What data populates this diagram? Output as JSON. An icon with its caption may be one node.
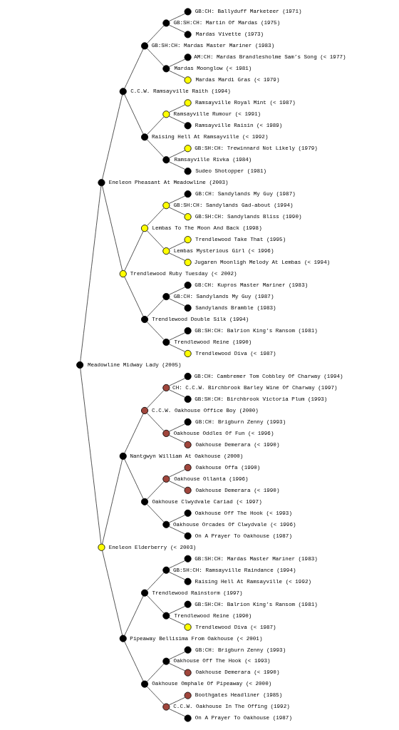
{
  "diagram": {
    "nodes": [
      {
        "text": [],
        "shape": "circle",
        "beside": [
          "GB:CH: Ballyduff Marketeer (1971)"
        ]
      },
      {
        "text": [],
        "shape": "circle",
        "beside": [
          "GB:SH:CH: Martin Of Mardas (1975)"
        ]
      },
      {
        "text": [],
        "shape": "circle",
        "beside": [
          "Mardas Vivette (1973)"
        ]
      },
      {
        "text": [],
        "shape": "circle",
        "beside": [
          "GB:SH:CH: Mardas Master Mariner (1983)"
        ]
      },
      {
        "text": [],
        "shape": "circle",
        "beside": [
          "AM:CH: Mardas Brandlesholme Sam’s Song (< 1977)"
        ]
      },
      {
        "text": [],
        "shape": "circle",
        "beside": [
          "Mardas Moonglow (< 1981)"
        ]
      },
      {
        "text": [],
        "shape": "circle",
        "beside": [
          "Mardas Mardi Gras (< 1979)"
        ]
      },
      {
        "text": [],
        "shape": "circle",
        "beside": [
          "C.C.W. Ramsayville Raith (1994)"
        ]
      },
      {
        "text": [],
        "shape": "circle",
        "beside": [
          "Ramsayville Royal Mint (< 1987)"
        ]
      },
      {
        "text": [],
        "shape": "circle",
        "beside": [
          "Ramsayville Rumour (< 1991)"
        ]
      },
      {
        "text": [],
        "shape": "circle",
        "beside": [
          "Ramsayville Raisin (< 1989)"
        ]
      },
      {
        "text": [],
        "shape": "circle",
        "beside": [
          "Raising Hell At Ramsayville (< 1992)"
        ]
      },
      {
        "text": [],
        "shape": "circle",
        "beside": [
          "GB:SH:CH: Trewinnard Not Likely (1979)"
        ]
      },
      {
        "text": [],
        "shape": "circle",
        "beside": [
          "Ramsayville Rivka (1984)"
        ]
      },
      {
        "text": [],
        "shape": "circle",
        "beside": [
          "Sudeo Shotopper (1981)"
        ]
      },
      {
        "text": [],
        "shape": "circle",
        "beside": [
          "Eneleon Pheasant At Meadowline (2003)"
        ]
      },
      {
        "text": [],
        "shape": "circle",
        "beside": [
          "GB:CH: Sandylands My Guy (1987)"
        ]
      },
      {
        "text": [],
        "shape": "circle",
        "beside": [
          "GB:SH:CH: Sandylands Gad-about (1994)"
        ]
      },
      {
        "text": [],
        "shape": "circle",
        "beside": [
          "GB:SH:CH: Sandylands Bliss (1990)"
        ]
      },
      {
        "text": [],
        "shape": "circle",
        "beside": [
          "Lembas To The Moon And Back (1998)"
        ]
      },
      {
        "text": [],
        "shape": "circle",
        "beside": [
          "Trendlewood Take That (1995)"
        ]
      },
      {
        "text": [],
        "shape": "circle",
        "beside": [
          "Lembas Mysterious Girl (< 1996)"
        ]
      },
      {
        "text": [],
        "shape": "circle",
        "beside": [
          "Jugaren Moonligh Melody At Lembas (< 1994)"
        ]
      },
      {
        "text": [],
        "shape": "circle",
        "beside": [
          "Trendlewood Ruby Tuesday (< 2002)"
        ]
      },
      {
        "text": [],
        "shape": "circle",
        "beside": [
          "GB:CH: Kupros Master Mariner (1983)"
        ]
      },
      {
        "text": [],
        "shape": "circle",
        "beside": [
          "GB:CH: Sandylands My Guy (1987)"
        ]
      },
      {
        "text": [],
        "shape": "circle",
        "beside": [
          "Sandylands Bramble (1983)"
        ]
      },
      {
        "text": [],
        "shape": "circle",
        "beside": [
          "Trendlewood Double Silk (1994)"
        ]
      },
      {
        "text": [],
        "shape": "circle",
        "beside": [
          "GB:SH:CH: Balrion King’s Ransom (1981)"
        ]
      },
      {
        "text": [],
        "shape": "circle",
        "beside": [
          "Trendlewood Reine (1990)"
        ]
      },
      {
        "text": [],
        "shape": "circle",
        "beside": [
          "Trendlewood Diva (< 1987)"
        ]
      },
      {
        "text": [],
        "shape": "circle",
        "beside": [
          "Meadowline Midway Lady (2005)"
        ]
      },
      {
        "text": [],
        "shape": "circle",
        "beside": [
          "GB:CH: Cambremer Tom Cobbley Of Charway (1994)"
        ]
      },
      {
        "text": [],
        "shape": "circle",
        "beside": [
          "CH: C.C.W. Birchbrook Barley Wine Of Charway (1997)"
        ]
      },
      {
        "text": [],
        "shape": "circle",
        "beside": [
          "GB:SH:CH: Birchbrook Victoria Plum (1993)"
        ]
      },
      {
        "text": [],
        "shape": "circle",
        "beside": [
          "C.C.W. Oakhouse Office Boy (2000)"
        ]
      },
      {
        "text": [],
        "shape": "circle",
        "beside": [
          "GB:CH: Brigburn Zenny (1993)"
        ]
      },
      {
        "text": [],
        "shape": "circle",
        "beside": [
          "Oakhouse Oddles Of Fun (< 1996)"
        ]
      },
      {
        "text": [],
        "shape": "circle",
        "beside": [
          "Oakhouse Demerara (< 1990)"
        ]
      },
      {
        "text": [],
        "shape": "circle",
        "beside": [
          "Nantgwyn William At Oakhouse (2000)"
        ]
      },
      {
        "text": [],
        "shape": "circle",
        "beside": [
          "Oakhouse Offa (1990)"
        ]
      },
      {
        "text": [],
        "shape": "circle",
        "beside": [
          "Oakhouse Ollanta (1996)"
        ]
      },
      {
        "text": [],
        "shape": "circle",
        "beside": [
          "Oakhouse Demerara (< 1990)"
        ]
      },
      {
        "text": [],
        "shape": "circle",
        "beside": [
          "Oakhouse Clwydvale Cariad (< 1997)"
        ]
      },
      {
        "text": [],
        "shape": "circle",
        "beside": [
          "Oakhouse Off The Hook (< 1993)"
        ]
      },
      {
        "text": [],
        "shape": "circle",
        "beside": [
          "Oakhouse Orcades Of Clwydvale (< 1996)"
        ]
      },
      {
        "text": [],
        "shape": "circle",
        "beside": [
          "On A Prayer To Oakhouse (1987)"
        ]
      },
      {
        "text": [],
        "shape": "circle",
        "beside": [
          "Eneleon Elderberry (< 2003)"
        ]
      },
      {
        "text": [],
        "shape": "circle",
        "beside": [
          "GB:SH:CH: Mardas Master Mariner (1983)"
        ]
      },
      {
        "text": [],
        "shape": "circle",
        "beside": [
          "GB:SH:CH: Ramsayville Raindance (1994)"
        ]
      },
      {
        "text": [],
        "shape": "circle",
        "beside": [
          "Raising Hell At Ramsayville (< 1992)"
        ]
      },
      {
        "text": [],
        "shape": "circle",
        "beside": [
          "Trendlewood Rainstorm (1997)"
        ]
      },
      {
        "text": [],
        "shape": "circle",
        "beside": [
          "GB:SH:CH: Balrion King’s Ransom (1981)"
        ]
      },
      {
        "text": [],
        "shape": "circle",
        "beside": [
          "Trendlewood Reine (1990)"
        ]
      },
      {
        "text": [],
        "shape": "circle",
        "beside": [
          "Trendlewood Diva (< 1987)"
        ]
      },
      {
        "text": [],
        "shape": "circle",
        "beside": [
          "Pipeaway Bellisima From Oakhouse (< 2001)"
        ]
      },
      {
        "text": [],
        "shape": "circle",
        "beside": [
          "GB:CH: Brigburn Zenny (1993)"
        ]
      },
      {
        "text": [],
        "shape": "circle",
        "beside": [
          "Oakhouse Off The Hook (< 1993)"
        ]
      },
      {
        "text": [],
        "shape": "circle",
        "beside": [
          "Oakhouse Demerara (< 1990)"
        ]
      },
      {
        "text": [],
        "shape": "circle",
        "beside": [
          "Oakhouse Omphale Of Pipeaway (< 2000)"
        ]
      },
      {
        "text": [],
        "shape": "circle",
        "beside": [
          "Boothgates Headliner (1985)"
        ]
      },
      {
        "text": [],
        "shape": "circle",
        "beside": [
          "C.C.W. Oakhouse In The Offing (1992)"
        ]
      },
      {
        "text": [],
        "shape": "circle",
        "beside": [
          "On A Prayer To Oakhouse (1987)"
        ]
      }
    ],
    "edges": [
      {
        "from": 1,
        "to": 0,
        "arrow": "none"
      },
      {
        "from": 1,
        "to": 2,
        "arrow": "none"
      },
      {
        "from": 3,
        "to": 1,
        "arrow": "none"
      },
      {
        "from": 3,
        "to": 5,
        "arrow": "none"
      },
      {
        "from": 5,
        "to": 4,
        "arrow": "none"
      },
      {
        "from": 5,
        "to": 6,
        "arrow": "none"
      },
      {
        "from": 7,
        "to": 3,
        "arrow": "none"
      },
      {
        "from": 7,
        "to": 11,
        "arrow": "none"
      },
      {
        "from": 9,
        "to": 8,
        "arrow": "none"
      },
      {
        "from": 9,
        "to": 10,
        "arrow": "none"
      },
      {
        "from": 11,
        "to": 9,
        "arrow": "none"
      },
      {
        "from": 11,
        "to": 13,
        "arrow": "none"
      },
      {
        "from": 13,
        "to": 12,
        "arrow": "none"
      },
      {
        "from": 13,
        "to": 14,
        "arrow": "none"
      },
      {
        "from": 15,
        "to": 7,
        "arrow": "none"
      },
      {
        "from": 15,
        "to": 23,
        "arrow": "none"
      },
      {
        "from": 17,
        "to": 16,
        "arrow": "none"
      },
      {
        "from": 17,
        "to": 18,
        "arrow": "none"
      },
      {
        "from": 19,
        "to": 17,
        "arrow": "none"
      },
      {
        "from": 19,
        "to": 21,
        "arrow": "none"
      },
      {
        "from": 21,
        "to": 20,
        "arrow": "none"
      },
      {
        "from": 21,
        "to": 22,
        "arrow": "none"
      },
      {
        "from": 23,
        "to": 19,
        "arrow": "none"
      },
      {
        "from": 23,
        "to": 27,
        "arrow": "none"
      },
      {
        "from": 25,
        "to": 24,
        "arrow": "none"
      },
      {
        "from": 25,
        "to": 26,
        "arrow": "none"
      },
      {
        "from": 27,
        "to": 25,
        "arrow": "none"
      },
      {
        "from": 27,
        "to": 29,
        "arrow": "none"
      },
      {
        "from": 29,
        "to": 28,
        "arrow": "none"
      },
      {
        "from": 29,
        "to": 30,
        "arrow": "none"
      },
      {
        "from": 31,
        "to": 15,
        "arrow": "none"
      },
      {
        "from": 31,
        "to": 47,
        "arrow": "none"
      },
      {
        "from": 33,
        "to": 32,
        "arrow": "none"
      },
      {
        "from": 33,
        "to": 34,
        "arrow": "none"
      },
      {
        "from": 35,
        "to": 33,
        "arrow": "none"
      },
      {
        "from": 35,
        "to": 37,
        "arrow": "none"
      },
      {
        "from": 37,
        "to": 36,
        "arrow": "none"
      },
      {
        "from": 37,
        "to": 38,
        "arrow": "none"
      },
      {
        "from": 39,
        "to": 35,
        "arrow": "none"
      },
      {
        "from": 39,
        "to": 43,
        "arrow": "none"
      },
      {
        "from": 41,
        "to": 40,
        "arrow": "none"
      },
      {
        "from": 41,
        "to": 42,
        "arrow": "none"
      },
      {
        "from": 43,
        "to": 41,
        "arrow": "none"
      },
      {
        "from": 43,
        "to": 45,
        "arrow": "none"
      },
      {
        "from": 45,
        "to": 44,
        "arrow": "none"
      },
      {
        "from": 45,
        "to": 46,
        "arrow": "none"
      },
      {
        "from": 47,
        "to": 39,
        "arrow": "none"
      },
      {
        "from": 47,
        "to": 55,
        "arrow": "none"
      },
      {
        "from": 49,
        "to": 48,
        "arrow": "none"
      },
      {
        "from": 49,
        "to": 50,
        "arrow": "none"
      },
      {
        "from": 51,
        "to": 49,
        "arrow": "none"
      },
      {
        "from": 51,
        "to": 53,
        "arrow": "none"
      },
      {
        "from": 53,
        "to": 52,
        "arrow": "none"
      },
      {
        "from": 53,
        "to": 54,
        "arrow": "none"
      },
      {
        "from": 55,
        "to": 51,
        "arrow": "none"
      },
      {
        "from": 55,
        "to": 59,
        "arrow": "none"
      },
      {
        "from": 57,
        "to": 56,
        "arrow": "none"
      },
      {
        "from": 57,
        "to": 58,
        "arrow": "none"
      },
      {
        "from": 59,
        "to": 57,
        "arrow": "none"
      },
      {
        "from": 59,
        "to": 61,
        "arrow": "none"
      },
      {
        "from": 61,
        "to": 60,
        "arrow": "none"
      },
      {
        "from": 61,
        "to": 62,
        "arrow": "none"
      }
    ]
  }
}
